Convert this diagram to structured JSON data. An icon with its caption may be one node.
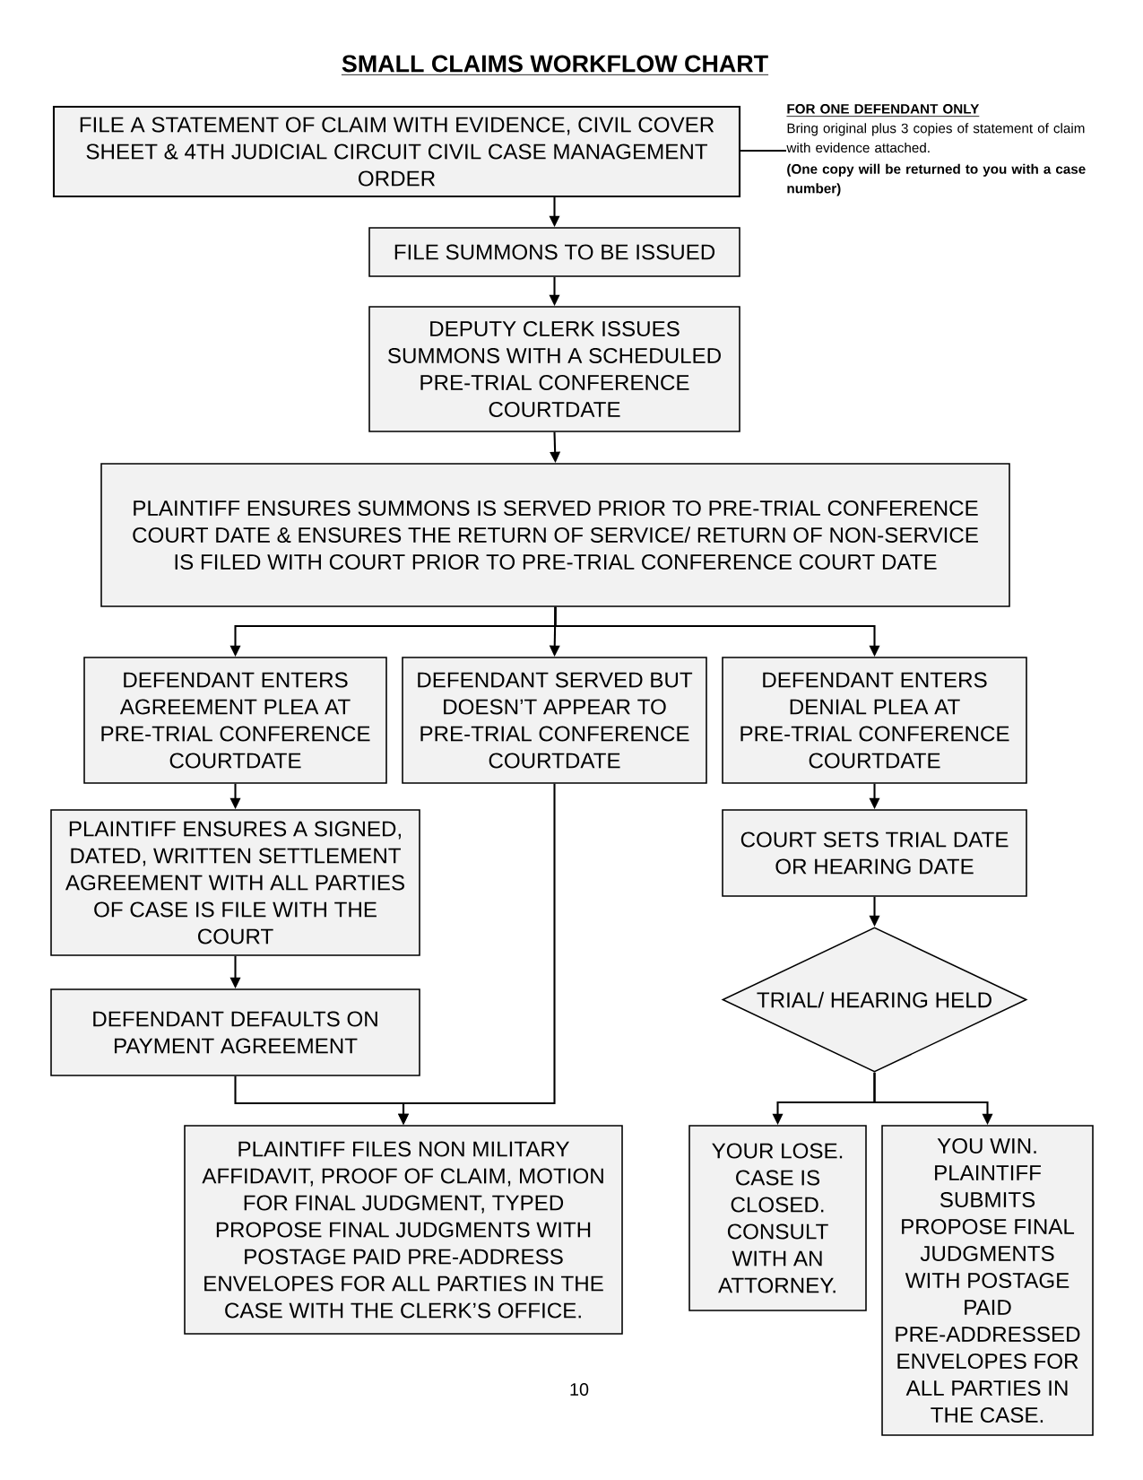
{
  "diagram": {
    "title": "SMALL CLAIMS WORKFLOW CHART",
    "nodes": [
      {
        "text": [
          "FILE A STATEMENT OF CLAIM WITH EVIDENCE, CIVIL COVER SHEET & 4TH JUDICIAL CIRCUIT CIVIL CASE MANAGEMENT ORDER"
        ]
      },
      {
        "text": [
          "FOR ONE DEFENDANT ONLY",
          "Bring original plus 3 copies of statement of claim with evidence attached.",
          "(One copy will be returned to you with a case number)"
        ]
      },
      {
        "text": [
          "FILE SUMMONS TO BE ISSUED"
        ]
      },
      {
        "text": [
          "DEPUTY CLERK ISSUES SUMMONS WITH A SCHEDULED PRE-TRIAL CONFERENCE COURTDATE"
        ]
      },
      {
        "text": [
          "PLAINTIFF ENSURES SUMMONS IS SERVED PRIOR TO PRE-TRIAL CONFERENCE COURT DATE & ENSURES THE RETURN OF SERVICE/ RETURN OF NON-SERVICE IS FILED WITH COURT PRIOR TO PRE-TRIAL CONFERENCE COURT DATE"
        ]
      },
      {
        "text": [
          "DEFENDANT ENTERS AGREEMENT PLEA AT PRE-TRIAL CONFERENCE COURTDATE"
        ]
      },
      {
        "text": [
          "DEFENDANT SERVED BUT DOESN’T APPEAR TO PRE-TRIAL CONFERENCE COURTDATE"
        ]
      },
      {
        "text": [
          "DEFENDANT ENTERS DENIAL PLEA AT PRE-TRIAL CONFERENCE COURTDATE"
        ]
      },
      {
        "text": [
          "PLAINTIFF ENSURES A SIGNED, DATED, WRITTEN SETTLEMENT AGREEMENT WITH ALL PARTIES OF CASE IS FILE WITH THE COURT"
        ]
      },
      {
        "text": [
          "COURT SETS TRIAL DATE OR HEARING DATE"
        ]
      },
      {
        "text": [
          "DEFENDANT DEFAULTS ON PAYMENT AGREEMENT"
        ]
      },
      {
        "text": [
          "TRIAL/ HEARING HELD"
        ]
      },
      {
        "text": [
          "PLAINTIFF FILES NON MILITARY AFFIDAVIT, PROOF OF CLAIM, MOTION FOR FINAL JUDGMENT, TYPED PROPOSE FINAL JUDGMENTS WITH POSTAGE PAID PRE-ADDRESS ENVELOPES FOR ALL PARTIES IN THE CASE WITH THE CLERK’S OFFICE."
        ]
      },
      {
        "text": [
          "YOUR LOSE. CASE IS CLOSED. CONSULT WITH AN ATTORNEY."
        ]
      },
      {
        "text": [
          "YOU WIN. PLAINTIFF SUBMITS PROPOSE FINAL JUDGMENTS WITH POSTAGE PAID PRE-ADDRESSED ENVELOPES FOR ALL PARTIES IN THE CASE."
        ]
      }
    ],
    "edges": [
      {
        "from": 0,
        "to": 1,
        "arrow": "none"
      },
      {
        "from": 0,
        "to": 2,
        "arrow": "to"
      },
      {
        "from": 2,
        "to": 3,
        "arrow": "to"
      },
      {
        "from": 3,
        "to": 4,
        "arrow": "to"
      },
      {
        "from": 4,
        "to": 5,
        "arrow": "to"
      },
      {
        "from": 4,
        "to": 6,
        "arrow": "to"
      },
      {
        "from": 4,
        "to": 7,
        "arrow": "to"
      },
      {
        "from": 5,
        "to": 8,
        "arrow": "to"
      },
      {
        "from": 8,
        "to": 10,
        "arrow": "to"
      },
      {
        "from": 10,
        "to": 12,
        "arrow": "to"
      },
      {
        "from": 6,
        "to": 12,
        "arrow": "to"
      },
      {
        "from": 7,
        "to": 9,
        "arrow": "to"
      },
      {
        "from": 9,
        "to": 11,
        "arrow": "to"
      },
      {
        "from": 11,
        "to": 13,
        "arrow": "to"
      },
      {
        "from": 11,
        "to": 14,
        "arrow": "to"
      }
    ],
    "labels": [
      "10"
    ]
  }
}
